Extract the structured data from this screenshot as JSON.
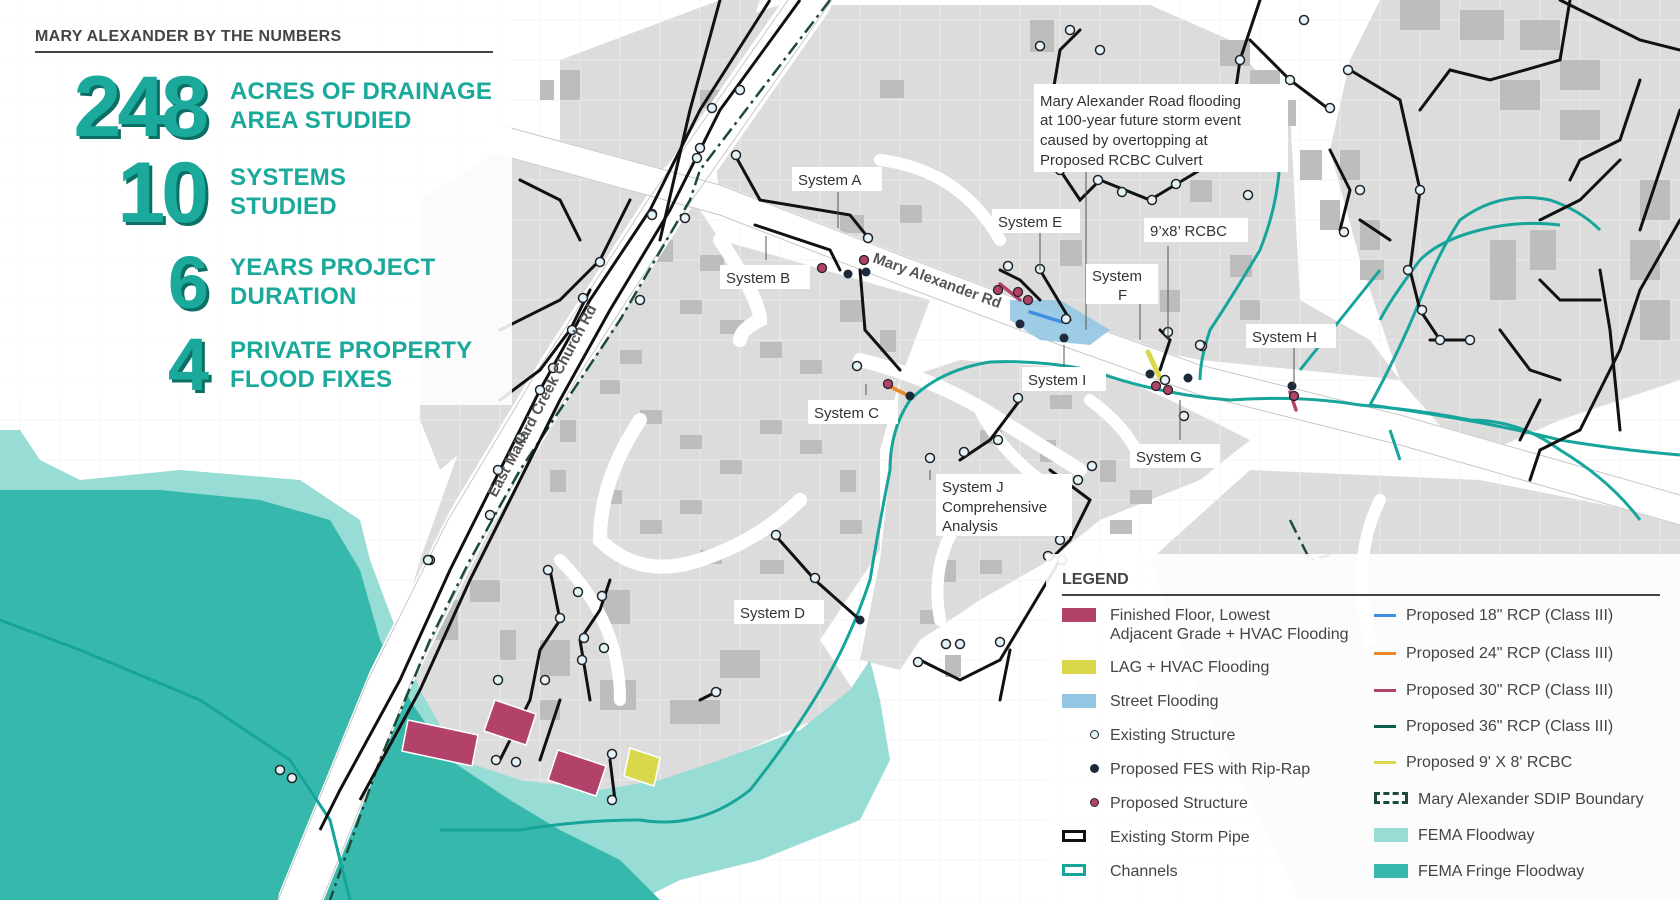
{
  "stats": {
    "title": "MARY ALEXANDER BY THE NUMBERS",
    "items": [
      {
        "value": "248",
        "label_line1": "ACRES OF DRAINAGE",
        "label_line2": "AREA STUDIED"
      },
      {
        "value": "10",
        "label_line1": "SYSTEMS",
        "label_line2": "STUDIED"
      },
      {
        "value": "6",
        "label_line1": "YEARS PROJECT",
        "label_line2": "DURATION"
      },
      {
        "value": "4",
        "label_line1": "PRIVATE PROPERTY",
        "label_line2": "FLOOD FIXES"
      }
    ]
  },
  "map": {
    "roads": {
      "mary_alexander": "Mary Alexander Rd",
      "east_mallard": "East Mallard Creek Church Rd"
    },
    "systems": {
      "a": "System A",
      "b": "System B",
      "c": "System C",
      "d": "System D",
      "e": "System E",
      "f_line1": "System",
      "f_line2": "F",
      "g": "System G",
      "h": "System H",
      "i": "System I",
      "j_line1": "System J",
      "j_line2": "Comprehensive",
      "j_line3": "Analysis"
    },
    "callout_flooding": {
      "line1": "Mary Alexander Road flooding",
      "line2": "at 100-year future storm event",
      "line3": "caused by overtopping at",
      "line4": "Proposed RCBC Culvert"
    },
    "callout_rcbc": "9’x8’ RCBC"
  },
  "legend": {
    "title": "LEGEND",
    "items_left": [
      {
        "key": "finished_floor",
        "line1": "Finished Floor, Lowest",
        "line2": "Adjacent Grade + HVAC Flooding"
      },
      {
        "key": "lag_hvac",
        "line1": "LAG  + HVAC Flooding"
      },
      {
        "key": "street_flooding",
        "line1": "Street Flooding"
      },
      {
        "key": "existing_structure",
        "line1": "Existing Structure"
      },
      {
        "key": "proposed_fes",
        "line1": "Proposed FES with Rip-Rap"
      },
      {
        "key": "proposed_structure",
        "line1": "Proposed Structure"
      },
      {
        "key": "existing_pipe",
        "line1": "Existing Storm Pipe"
      },
      {
        "key": "channels",
        "line1": "Channels"
      }
    ],
    "items_right": [
      {
        "key": "rcp18",
        "line1": "Proposed 18\" RCP (Class III)"
      },
      {
        "key": "rcp24",
        "line1": "Proposed 24\" RCP (Class III)"
      },
      {
        "key": "rcp30",
        "line1": "Proposed 30\" RCP (Class III)"
      },
      {
        "key": "rcp36",
        "line1": "Proposed 36\" RCP (Class III)"
      },
      {
        "key": "rcbc",
        "line1": "Proposed 9' X 8' RCBC"
      },
      {
        "key": "sdip",
        "line1": "Mary Alexander SDIP Boundary"
      },
      {
        "key": "floodway",
        "line1": "FEMA Floodway"
      },
      {
        "key": "fringe",
        "line1": "FEMA Fringe Floodway"
      }
    ]
  },
  "colors": {
    "finished_floor": "#b3426b",
    "lag_hvac": "#d8d84a",
    "street_flooding": "#93c6e3",
    "existing_structure_fill": "#e4f3fa",
    "proposed_fes": "#1e2a3a",
    "proposed_structure": "#b3426b",
    "channel": "#16a59a",
    "rcp18": "#3f8fe0",
    "rcp24": "#e88a2c",
    "rcp30": "#b3426b",
    "rcp36": "#0c5e4e",
    "rcbc": "#d8d84a",
    "sdip": "#1d4a3a",
    "floodway": "#97dcd5",
    "fringe": "#37b8ac",
    "accent": "#1aa99a"
  }
}
